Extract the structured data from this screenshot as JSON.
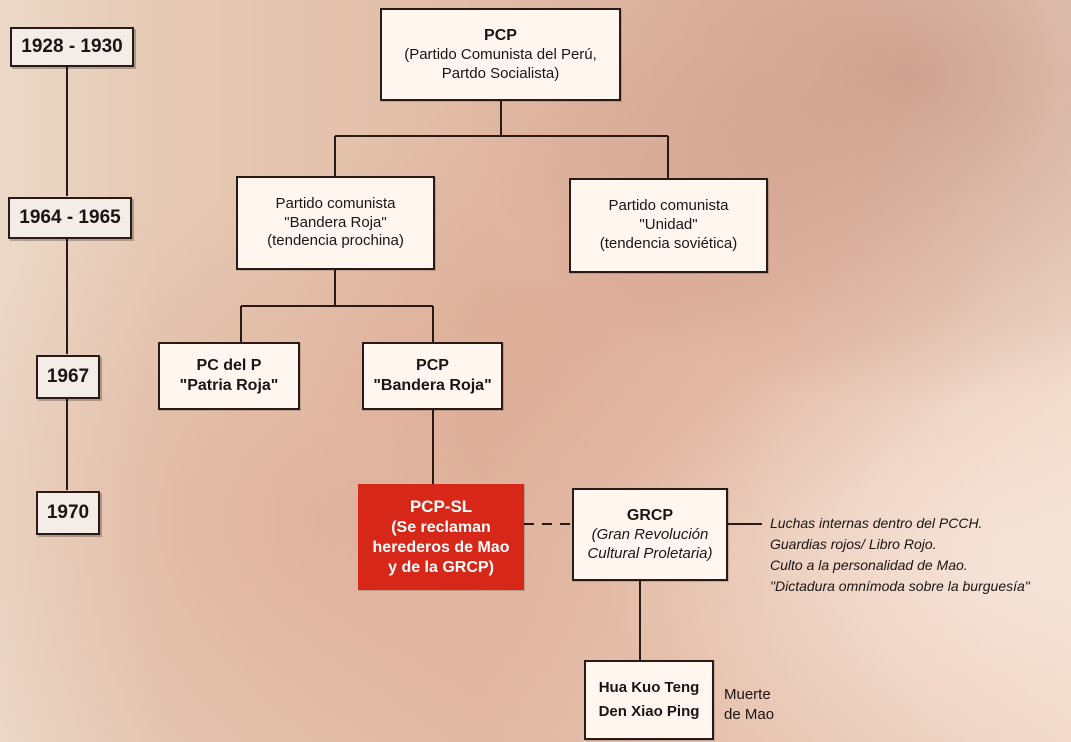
{
  "timeline": [
    "1928 - 1930",
    "1964 - 1965",
    "1967",
    "1970"
  ],
  "boxes": {
    "pcp": {
      "l1": "PCP",
      "l2": "(Partido Comunista del Perú,",
      "l3": "Partdo Socialista)"
    },
    "bandera_roja": {
      "l1": "Partido comunista",
      "l2": "\"Bandera Roja\"",
      "l3": "(tendencia prochina)"
    },
    "unidad": {
      "l1": "Partido comunista",
      "l2": "\"Unidad\"",
      "l3": "(tendencia soviética)"
    },
    "patria_roja": {
      "l1": "PC del P",
      "l2": "\"Patria Roja\""
    },
    "pcp_bandera": {
      "l1": "PCP",
      "l2": "\"Bandera Roja\""
    },
    "pcp_sl": {
      "l1": "PCP-SL",
      "l2": "(Se reclaman",
      "l3": "herederos de Mao",
      "l4": "y de la GRCP)"
    },
    "grcp": {
      "l1": "GRCP",
      "l2": "(Gran Revolución",
      "l3": "Cultural Proletaria)"
    },
    "hua": {
      "l1": "Hua Kuo Teng",
      "l2": "Den Xiao Ping"
    }
  },
  "notes": [
    "Luchas internas dentro del PCCH.",
    "Guardias rojos/ Libro Rojo.",
    "Culto a la personalidad de Mao.",
    "\"Dictadura omnímoda sobre la burguesía\""
  ],
  "muerte": {
    "l1": "Muerte",
    "l2": "de Mao"
  },
  "colors": {
    "accent_red": "#d62718",
    "line": "#2a1a16"
  }
}
